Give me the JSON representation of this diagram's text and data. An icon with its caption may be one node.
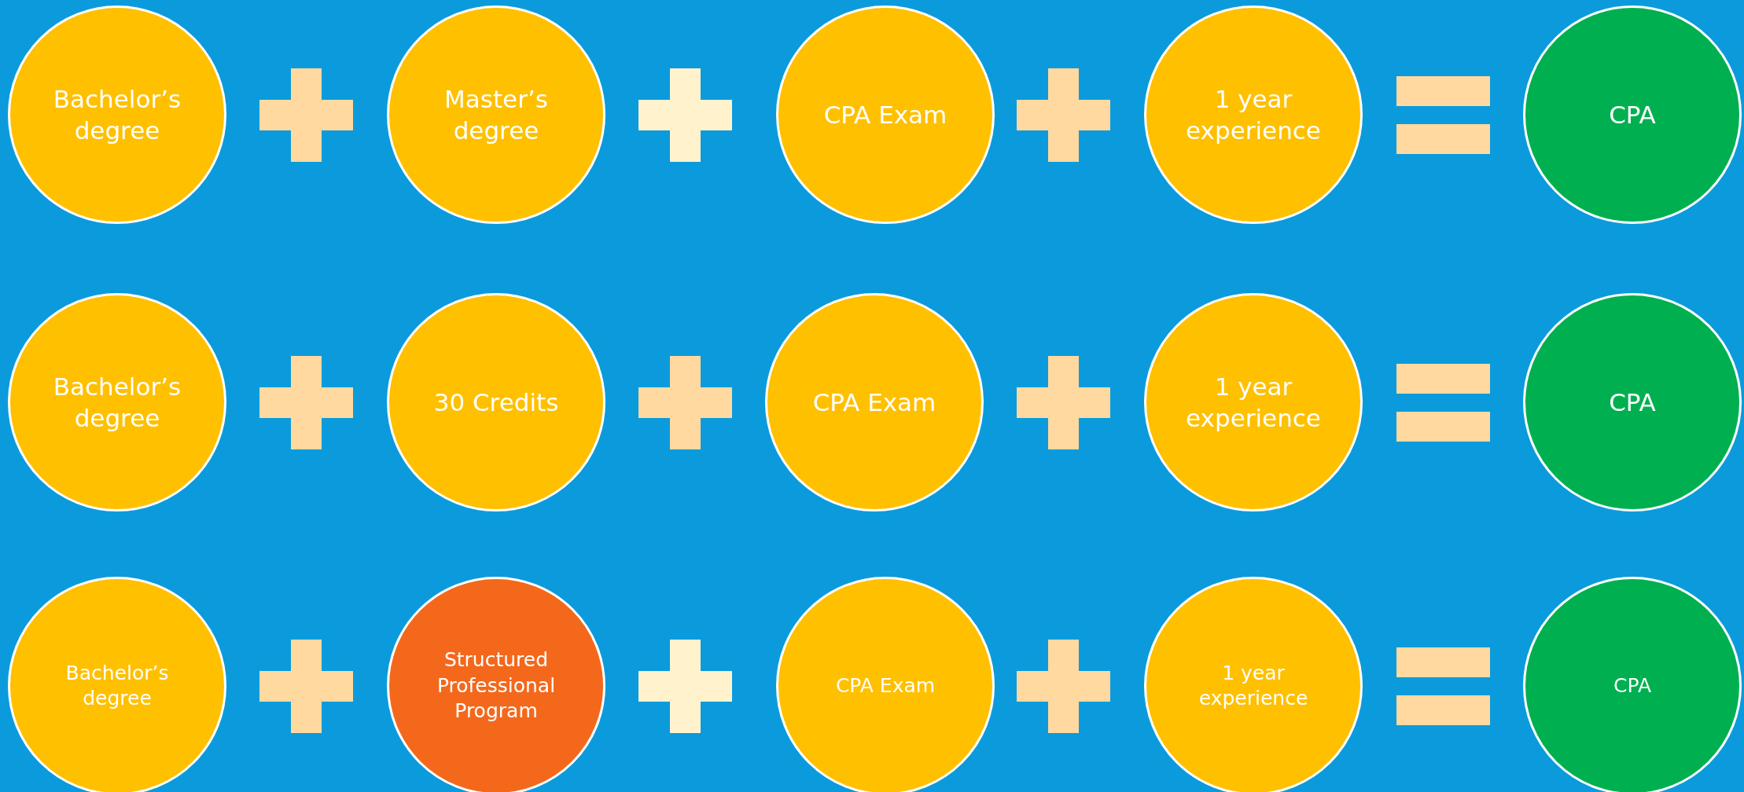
{
  "diagram": {
    "nodes": [
      {
        "text": [
          "Bachelor’s degree"
        ]
      },
      {
        "text": [
          "Master’s degree"
        ]
      },
      {
        "text": [
          "CPA Exam"
        ]
      },
      {
        "text": [
          "1 year experience"
        ]
      },
      {
        "text": [
          "CPA"
        ]
      },
      {
        "text": [
          "Bachelor’s degree"
        ]
      },
      {
        "text": [
          "30 Credits"
        ]
      },
      {
        "text": [
          "CPA Exam"
        ]
      },
      {
        "text": [
          "1 year experience"
        ]
      },
      {
        "text": [
          "CPA"
        ]
      },
      {
        "text": [
          "Bachelor’s degree"
        ]
      },
      {
        "text": [
          "Structured Professional Program"
        ]
      },
      {
        "text": [
          "CPA Exam"
        ]
      },
      {
        "text": [
          "1 year experience"
        ]
      },
      {
        "text": [
          "CPA"
        ]
      }
    ]
  }
}
